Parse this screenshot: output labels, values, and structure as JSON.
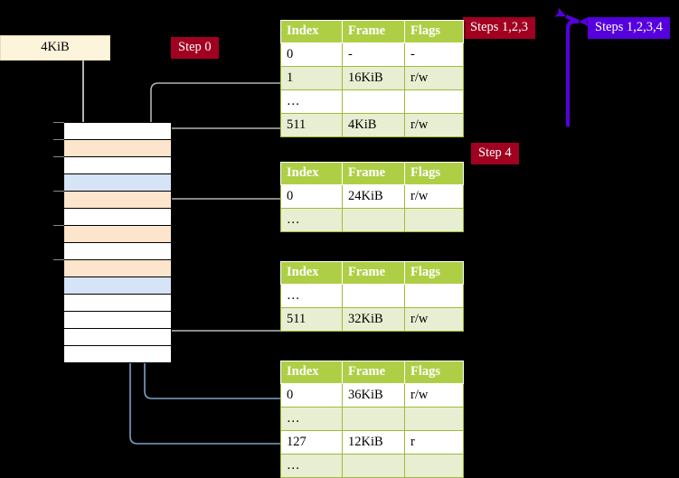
{
  "diagram": {
    "title_hidden": "",
    "background": "#000000",
    "colors": {
      "table_header": "#aecf45",
      "table_alt_row": "#e8eed2",
      "highlight_cell": "#fbf59c",
      "chip_red": "#a10021",
      "chip_blue": "#5500dd",
      "mem_orange": "#fde4cc",
      "mem_blue": "#d6e4f7",
      "size_box": "#fdf4dc",
      "gray_connector": "#b3b3b3",
      "blue_connector": "#7d9fc8",
      "purple_arrow": "#5500dd"
    }
  },
  "chips": {
    "step0": "Step 0",
    "steps123": "Steps 1,2,3",
    "steps1234": "Steps 1,2,3,4",
    "step4": "Step 4"
  },
  "size_labels": {
    "top": "4KiB"
  },
  "tables": [
    {
      "id": "level4-table",
      "headers": [
        "Index",
        "Frame",
        "Flags"
      ],
      "rows": [
        {
          "cells": [
            "0",
            "-",
            "-"
          ],
          "alt": false,
          "highlight": []
        },
        {
          "cells": [
            "1",
            "16KiB",
            "r/w"
          ],
          "alt": true,
          "highlight": []
        },
        {
          "cells": [
            "…",
            "",
            ""
          ],
          "alt": false,
          "highlight": []
        },
        {
          "cells": [
            "511",
            "4KiB",
            "r/w"
          ],
          "alt": true,
          "highlight": [
            0,
            1,
            2
          ]
        }
      ]
    },
    {
      "id": "level3-table",
      "headers": [
        "Index",
        "Frame",
        "Flags"
      ],
      "rows": [
        {
          "cells": [
            "0",
            "24KiB",
            "r/w"
          ],
          "alt": false,
          "highlight": []
        },
        {
          "cells": [
            "…",
            "",
            ""
          ],
          "alt": true,
          "highlight": []
        }
      ]
    },
    {
      "id": "level2-table",
      "headers": [
        "Index",
        "Frame",
        "Flags"
      ],
      "rows": [
        {
          "cells": [
            "…",
            "",
            ""
          ],
          "alt": false,
          "highlight": []
        },
        {
          "cells": [
            "511",
            "32KiB",
            "r/w"
          ],
          "alt": true,
          "highlight": []
        }
      ]
    },
    {
      "id": "level1-table",
      "headers": [
        "Index",
        "Frame",
        "Flags"
      ],
      "rows": [
        {
          "cells": [
            "0",
            "36KiB",
            "r/w"
          ],
          "alt": false,
          "highlight": []
        },
        {
          "cells": [
            "…",
            "",
            ""
          ],
          "alt": true,
          "highlight": []
        },
        {
          "cells": [
            "127",
            "12KiB",
            "r"
          ],
          "alt": false,
          "highlight": []
        },
        {
          "cells": [
            "…",
            "",
            ""
          ],
          "alt": true,
          "highlight": []
        }
      ]
    }
  ],
  "memory_grid": {
    "rows": [
      {
        "fill": "white",
        "tick": true
      },
      {
        "fill": "orange",
        "tick": true
      },
      {
        "fill": "white",
        "tick": true
      },
      {
        "fill": "blue",
        "tick": false
      },
      {
        "fill": "orange",
        "tick": true
      },
      {
        "fill": "white",
        "tick": false
      },
      {
        "fill": "orange",
        "tick": true
      },
      {
        "fill": "white",
        "tick": false
      },
      {
        "fill": "orange",
        "tick": true
      },
      {
        "fill": "blue",
        "tick": false
      },
      {
        "fill": "white",
        "tick": false
      },
      {
        "fill": "white",
        "tick": false
      },
      {
        "fill": "white",
        "tick": false
      },
      {
        "fill": "white",
        "tick": false
      }
    ]
  }
}
